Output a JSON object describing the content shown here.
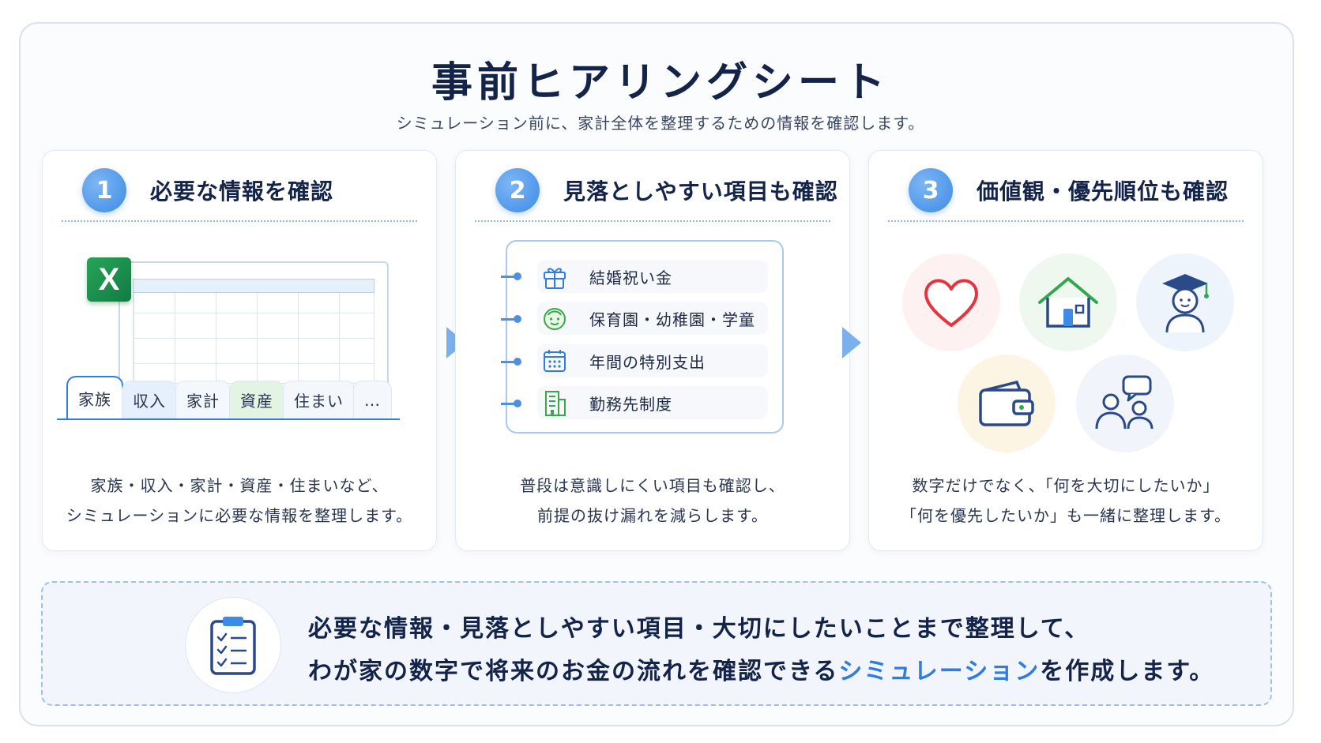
{
  "title": "事前ヒアリングシート",
  "subtitle": "シミュレーション前に、家計全体を整理するための情報を確認します。",
  "steps": [
    {
      "number": "1",
      "title": "必要な情報を確認",
      "excel_letter": "X",
      "tabs": [
        "家族",
        "収入",
        "家計",
        "資産",
        "住まい",
        "…"
      ],
      "desc_line1": "家族・収入・家計・資産・住まいなど、",
      "desc_line2": "シミュレーションに必要な情報を整理します。"
    },
    {
      "number": "2",
      "title": "見落としやすい項目も確認",
      "items": [
        {
          "icon": "gift-icon",
          "label": "結婚祝い金"
        },
        {
          "icon": "child-face-icon",
          "label": "保育園・幼稚園・学童"
        },
        {
          "icon": "calendar-icon",
          "label": "年間の特別支出"
        },
        {
          "icon": "office-building-icon",
          "label": "勤務先制度"
        }
      ],
      "desc_line1": "普段は意識しにくい項目も確認し、",
      "desc_line2": "前提の抜け漏れを減らします。"
    },
    {
      "number": "3",
      "title": "価値観・優先順位も確認",
      "values": [
        {
          "icon": "heart-icon"
        },
        {
          "icon": "house-icon"
        },
        {
          "icon": "graduate-icon"
        },
        {
          "icon": "wallet-icon"
        },
        {
          "icon": "people-chat-icon"
        }
      ],
      "desc_line1": "数字だけでなく、「何を大切にしたいか」",
      "desc_line2": "「何を優先したいか」も一緒に整理します。"
    }
  ],
  "banner": {
    "icon": "clipboard-checklist-icon",
    "line1": "必要な情報・見落としやすい項目・大切にしたいことまで整理して、",
    "line2_pre": "わが家の数字で将来のお金の流れを確認できる",
    "line2_highlight": "シミュレーション",
    "line2_post": "を作成します。"
  },
  "colors": {
    "accent": "#2f7de0",
    "title": "#14234a",
    "excel_green": "#107c41",
    "heart": "#e5333f",
    "house": "#2fa84f",
    "wallet": "#2a4a8a"
  }
}
